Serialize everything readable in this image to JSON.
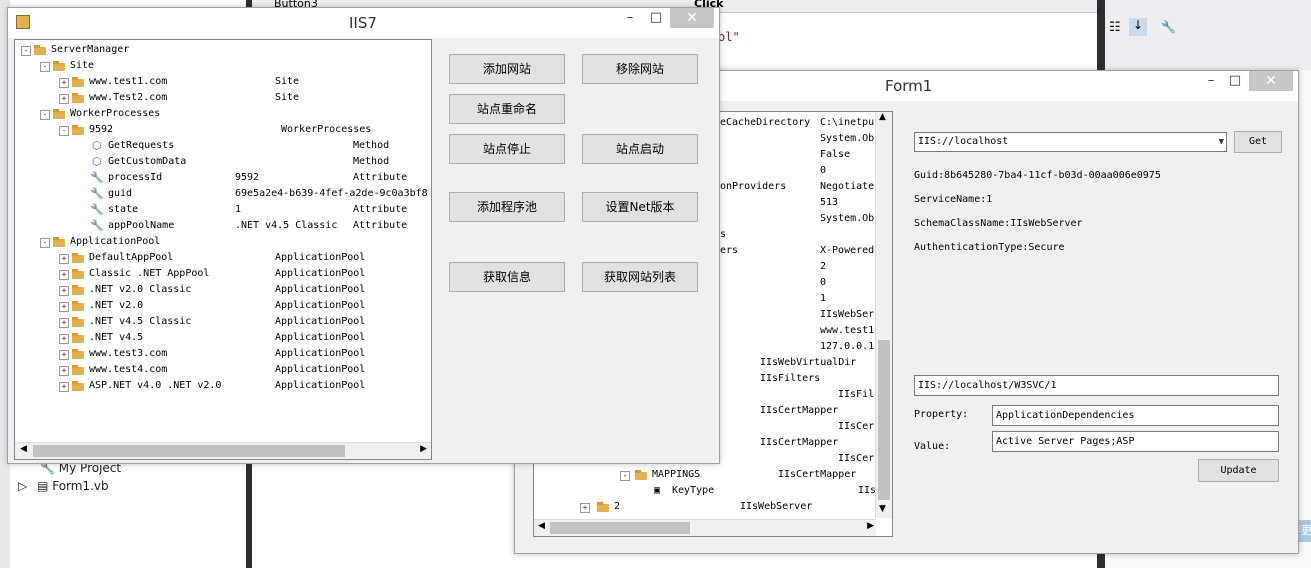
{
  "ide": {
    "code_tab": "Button3",
    "event": "Click",
    "code_snippet": "ol\"",
    "solution_items": [
      "My Project",
      "Form1.vb"
    ],
    "save_button": "保存更"
  },
  "iis7": {
    "title": "IIS7",
    "controls": {
      "minimize": "–",
      "maximize": "□",
      "close": "✕"
    },
    "tree": [
      {
        "name": "ServerManager",
        "type": ""
      },
      {
        "name": "Site",
        "type": ""
      },
      {
        "name": "www.test1.com",
        "type": "Site"
      },
      {
        "name": "www.Test2.com",
        "type": "Site"
      },
      {
        "name": "WorkerProcesses",
        "type": ""
      },
      {
        "name": "9592",
        "type": "WorkerProcesses"
      },
      {
        "name": "GetRequests",
        "value": "",
        "type": "Method"
      },
      {
        "name": "GetCustomData",
        "value": "",
        "type": "Method"
      },
      {
        "name": "processId",
        "value": "9592",
        "type": "Attribute"
      },
      {
        "name": "guid",
        "value": "69e5a2e4-b639-4fef-a2de-9c0a3bf8",
        "type": ""
      },
      {
        "name": "state",
        "value": "1",
        "type": "Attribute"
      },
      {
        "name": "appPoolName",
        "value": ".NET v4.5 Classic",
        "type": "Attribute"
      },
      {
        "name": "ApplicationPool",
        "type": ""
      },
      {
        "name": "DefaultAppPool",
        "type": "ApplicationPool"
      },
      {
        "name": "Classic .NET AppPool",
        "type": "ApplicationPool"
      },
      {
        "name": ".NET v2.0 Classic",
        "type": "ApplicationPool"
      },
      {
        "name": ".NET v2.0",
        "type": "ApplicationPool"
      },
      {
        "name": ".NET v4.5 Classic",
        "type": "ApplicationPool"
      },
      {
        "name": ".NET v4.5",
        "type": "ApplicationPool"
      },
      {
        "name": "www.test3.com",
        "type": "ApplicationPool"
      },
      {
        "name": "www.test4.com",
        "type": "ApplicationPool"
      },
      {
        "name": "ASP.NET v4.0 .NET v2.0",
        "type": "ApplicationPool"
      }
    ],
    "buttons": {
      "add_site": "添加网站",
      "remove_site": "移除网站",
      "rename_site": "站点重命名",
      "stop_site": "站点停止",
      "start_site": "站点启动",
      "add_app_pool": "添加程序池",
      "set_net_version": "设置Net版本",
      "get_info": "获取信息",
      "get_site_list": "获取网站列表"
    }
  },
  "form1": {
    "title": "Form1",
    "controls": {
      "minimize": "–",
      "maximize": "□",
      "close": "✕"
    },
    "tree_rows": [
      {
        "name": "eCacheDirectory",
        "value": "C:\\inetpu"
      },
      {
        "name": "",
        "value": "System.Ob"
      },
      {
        "name": "",
        "value": "False"
      },
      {
        "name": "",
        "value": "0"
      },
      {
        "name": "onProviders",
        "value": "Negotiate"
      },
      {
        "name": "",
        "value": "513"
      },
      {
        "name": "",
        "value": "System.Ob"
      },
      {
        "name": "s",
        "value": ""
      },
      {
        "name": "ers",
        "value": "X-Powered"
      },
      {
        "name": "",
        "value": "2"
      },
      {
        "name": "",
        "value": "0"
      },
      {
        "name": "",
        "value": "1"
      },
      {
        "name": "",
        "value": "IIsWebSer"
      },
      {
        "name": "",
        "value": "www.test1"
      },
      {
        "name": "",
        "value": "127.0.0.1"
      },
      {
        "name": "IIsWebVirtualDir",
        "value": ""
      },
      {
        "name": "IIsFilters",
        "value": ""
      },
      {
        "name": "",
        "value": "IIsFil"
      },
      {
        "name": "IIsCertMapper",
        "value": ""
      },
      {
        "name": "",
        "value": "IIsCer"
      },
      {
        "name": "IIsCertMapper",
        "value": ""
      },
      {
        "name": "",
        "value": "IIsCer"
      },
      {
        "name": "MAPPINGS",
        "value": "IIsCertMapper"
      },
      {
        "name": "KeyType",
        "value": "IIs"
      },
      {
        "name": "2",
        "value": "IIsWebServer"
      }
    ],
    "path_combo": "IIS://localhost",
    "get_button": "Get",
    "info": {
      "guid": "Guid:8b645280-7ba4-11cf-b03d-00aa006e0975",
      "service": "ServiceName:1",
      "schema": "SchemaClassName:IIsWebServer",
      "auth": "AuthenticationType:Secure"
    },
    "path_input": "IIS://localhost/W3SVC/1",
    "property_label": "Property:",
    "property_value": "ApplicationDependencies",
    "value_label": "Value:",
    "value_value": "Active Server Pages;ASP",
    "update_button": "Update"
  }
}
